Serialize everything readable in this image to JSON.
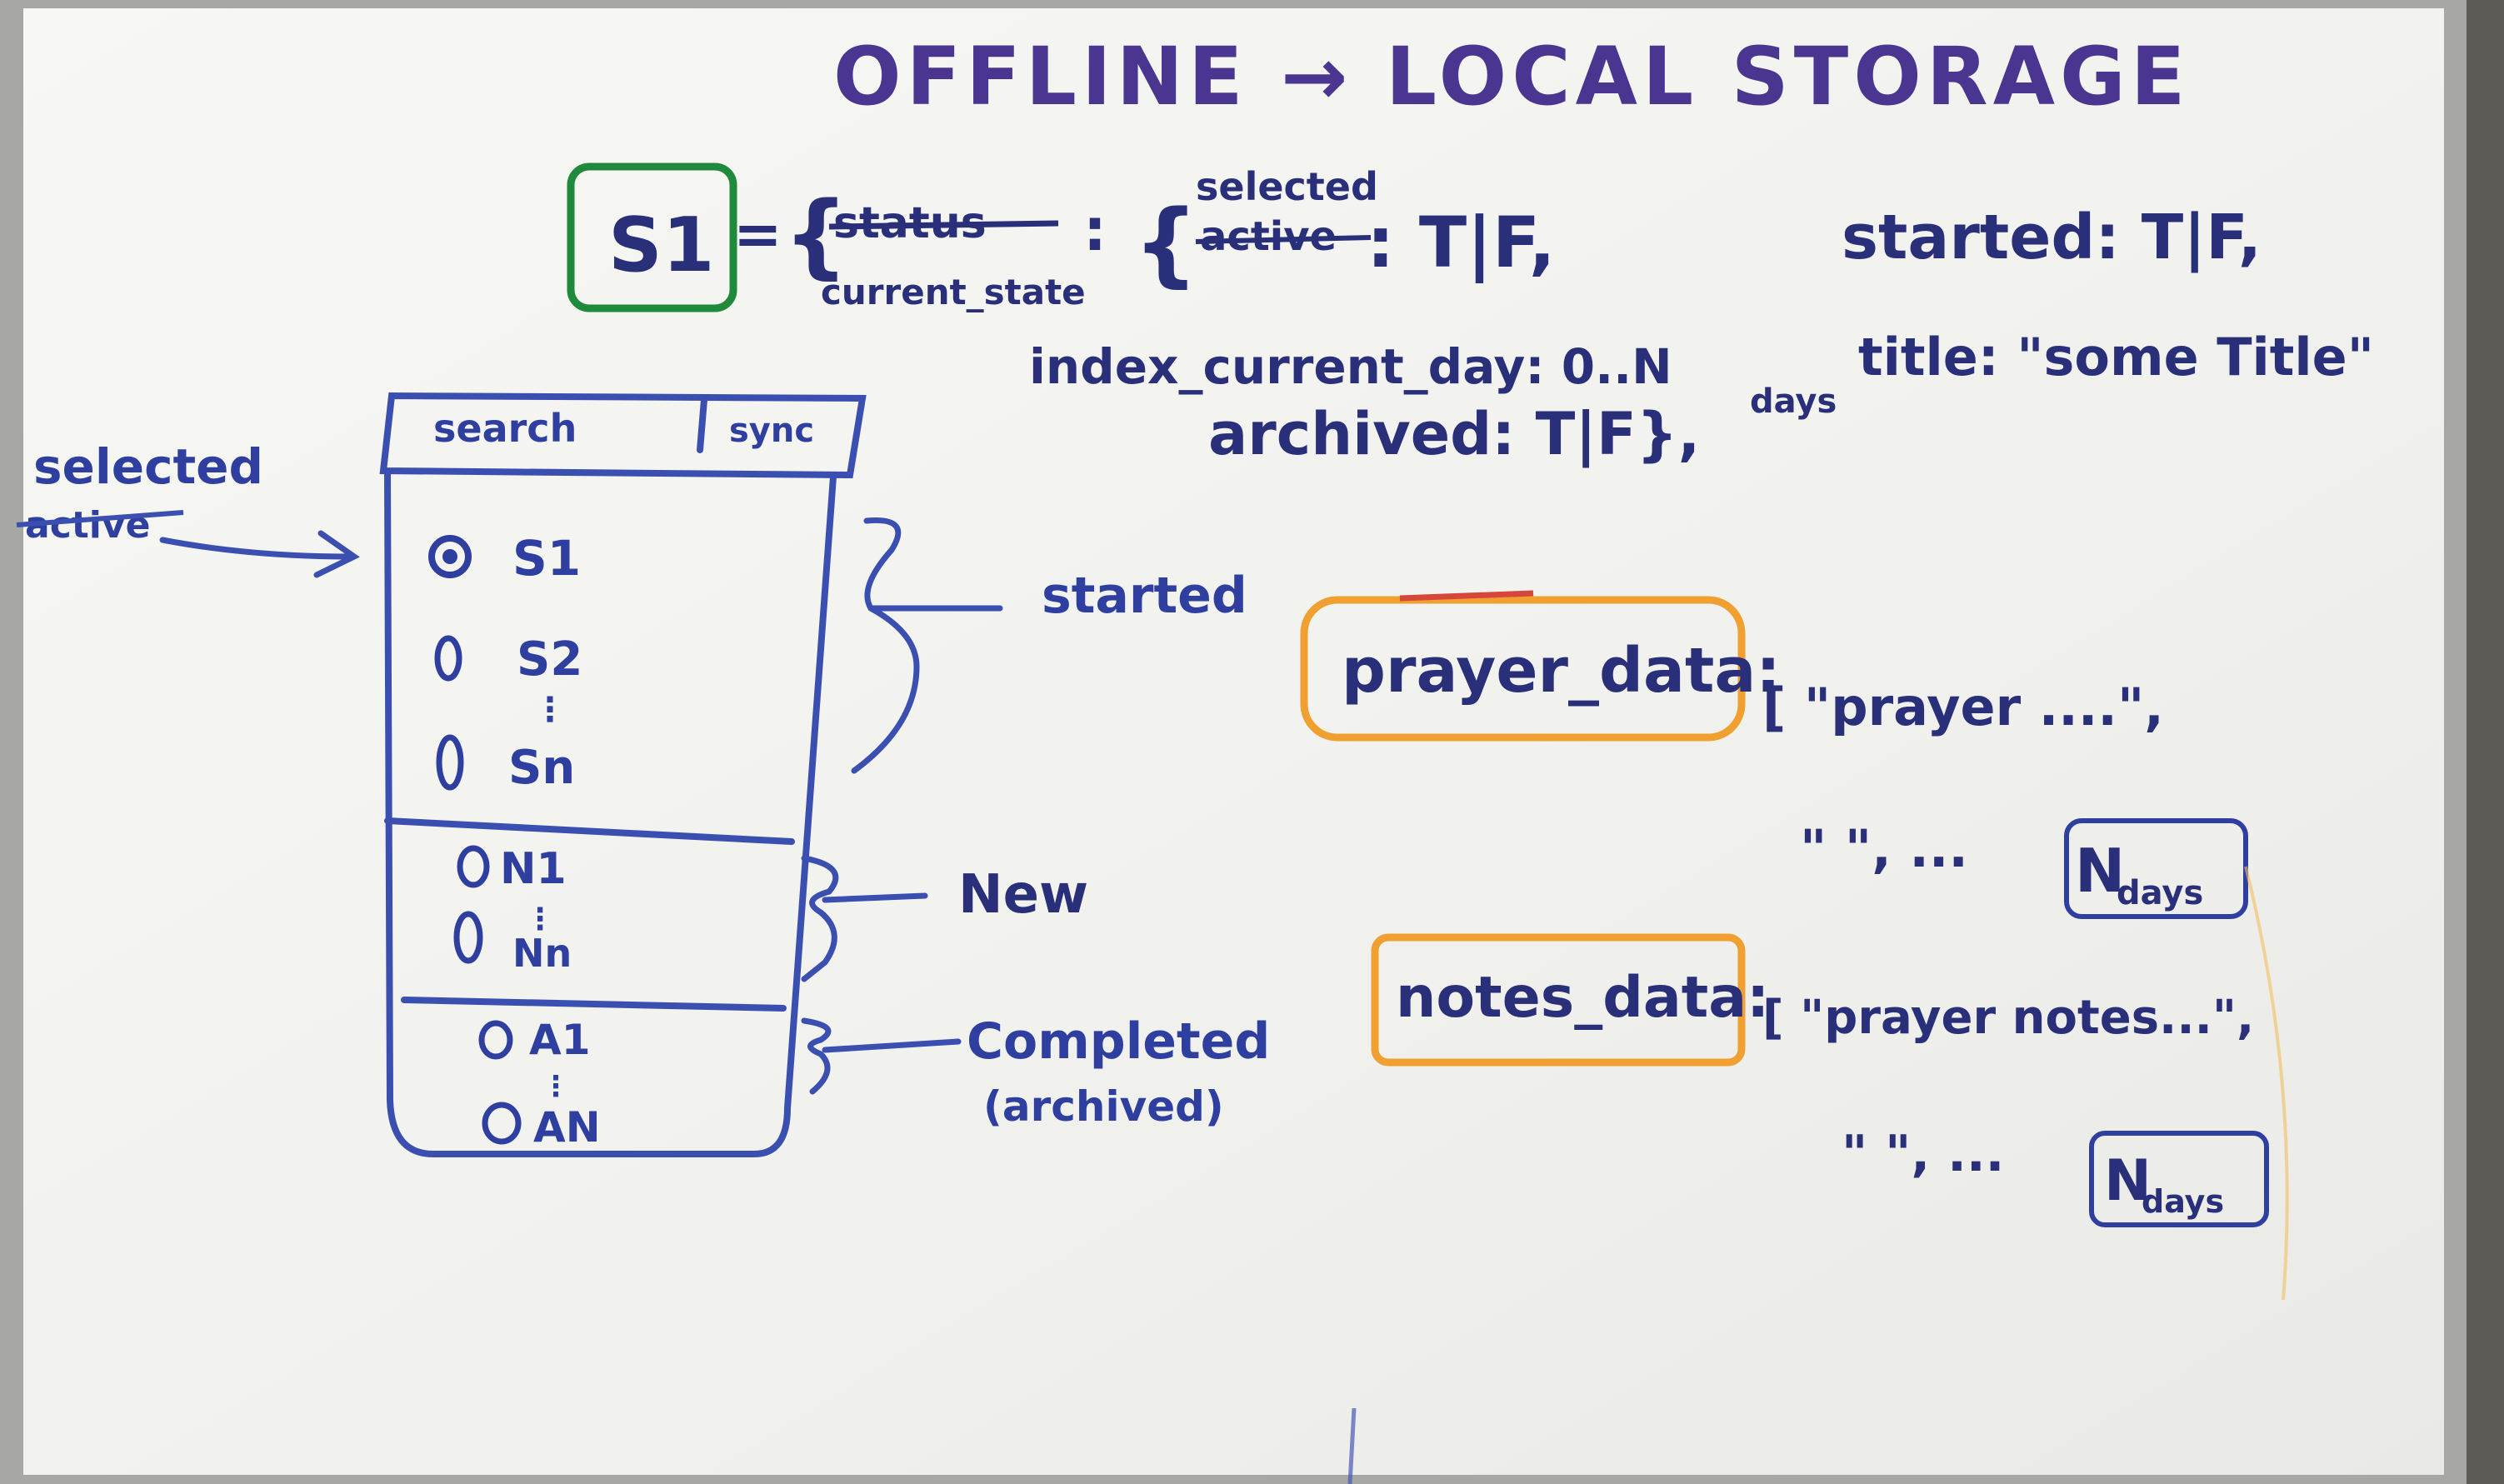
{
  "board": {
    "title": "OFFLINE → LOCAL STORAGE",
    "colors": {
      "board": "#f3f3f0",
      "frame": "#9a9a98",
      "ink_blue": "#3b4fb0",
      "ink_navy": "#2a2f7a",
      "ink_purple": "#4a3590",
      "ink_green": "#1f8a3c",
      "ink_orange": "#f0a030"
    }
  },
  "schema": {
    "key_box": "S1",
    "equals": "=",
    "struck_key": "status",
    "replacement_key": "current_state",
    "selected_label": "selected",
    "struck_active": "active",
    "selected_value": ": T|F,",
    "started": "started: T|F,",
    "index": "index_current_day: 0..N",
    "days_subscript": "days",
    "title_field": "title: \"some Title\"",
    "archived": "archived: T|F},"
  },
  "mockup": {
    "search_label": "search",
    "sync_label": "sync",
    "selected_note": "selected",
    "struck_note": "active",
    "started_items": [
      "S1",
      "S2",
      "Sn"
    ],
    "new_items": [
      "N1",
      "Nn"
    ],
    "completed_items": [
      "A1",
      "AN"
    ],
    "started_label": "started",
    "new_label": "New",
    "completed_label": "Completed",
    "archived_label": "(archived)"
  },
  "data_arrays": {
    "prayer_key": "prayer_data:",
    "prayer_line1": "[ \"prayer ....\",",
    "prayer_line2": "\" \", ...",
    "notes_key": "notes_data:",
    "notes_line1": "[ \"prayer notes...\",",
    "notes_line2": "\" \", ...",
    "n_label": "N",
    "days_label": "days"
  }
}
